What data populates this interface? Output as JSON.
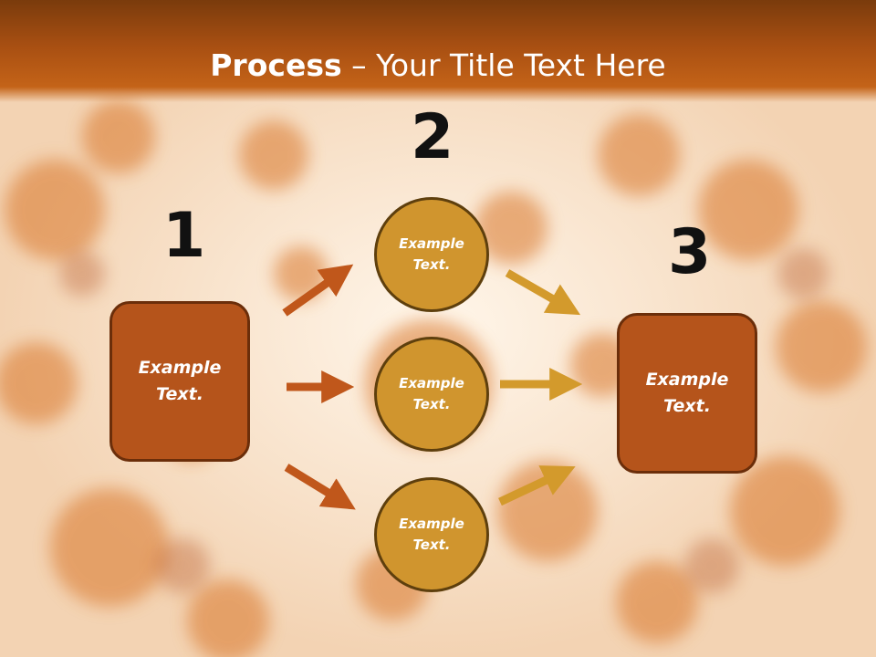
{
  "slide": {
    "title_bold": "Process",
    "title_rest": " – Your Title Text Here"
  },
  "diagram": {
    "step_numbers": [
      "1",
      "2",
      "3"
    ],
    "left_box": {
      "text_line1": "Example",
      "text_line2": "Text."
    },
    "right_box": {
      "text_line1": "Example",
      "text_line2": "Text."
    },
    "circles": [
      {
        "text_line1": "Example",
        "text_line2": "Text."
      },
      {
        "text_line1": "Example",
        "text_line2": "Text."
      },
      {
        "text_line1": "Example",
        "text_line2": "Text."
      }
    ]
  },
  "colors": {
    "header": "#a84f12",
    "box_fill": "#b5541b",
    "circle_fill": "#d0952e",
    "left_arrow": "#c0571b",
    "right_arrow": "#d39a2c"
  }
}
